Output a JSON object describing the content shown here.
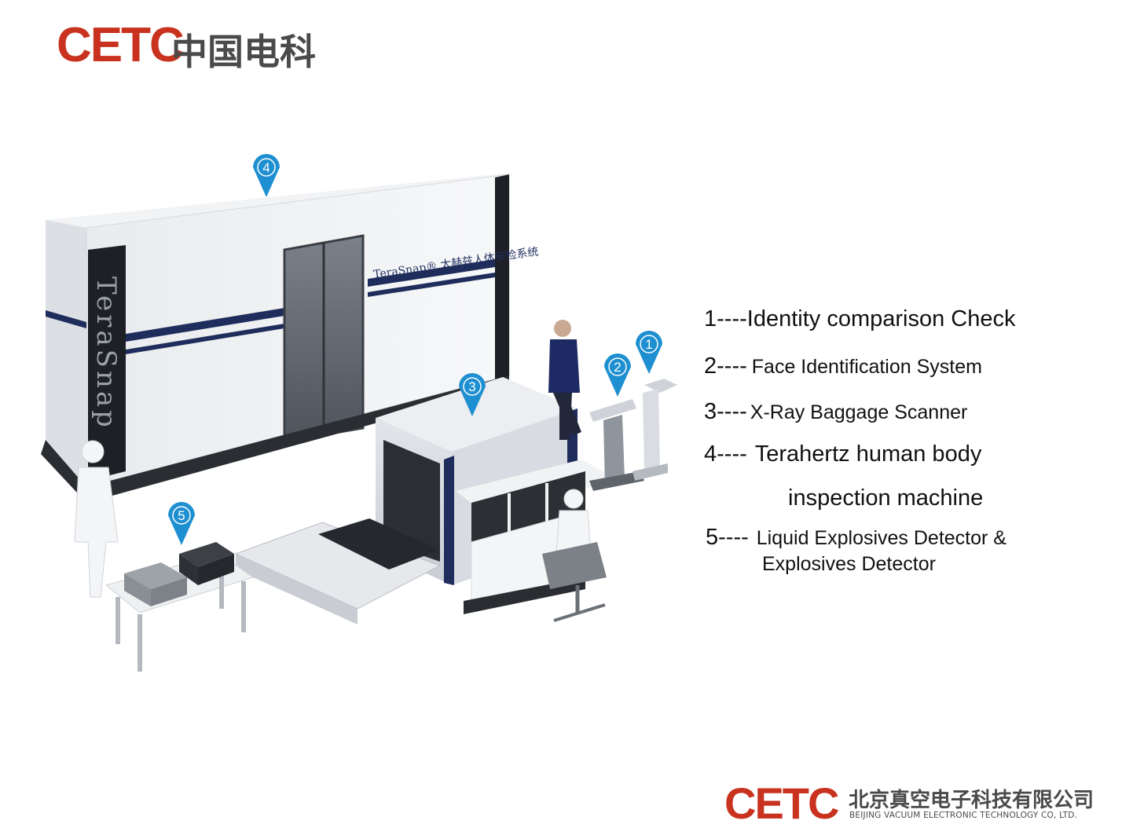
{
  "top_logo": {
    "mark": "CETC",
    "name_cn": "中国电科"
  },
  "bottom_logo": {
    "mark": "CETC",
    "name_cn": "北京真空电子科技有限公司",
    "name_en": "BEIJING VACUUM ELECTRONIC TECHNOLOGY CO, LTD."
  },
  "machine_branding": {
    "side_text": "TeraSnap",
    "front_text": "TeraSnap® 太赫兹人体安检系统"
  },
  "markers": [
    {
      "id": "1"
    },
    {
      "id": "2"
    },
    {
      "id": "3"
    },
    {
      "id": "4"
    },
    {
      "id": "5"
    }
  ],
  "legend": [
    {
      "num": "1----",
      "text": "Identity comparison Check"
    },
    {
      "num": "2----",
      "text": "Face Identification System"
    },
    {
      "num": "3----",
      "text": "X-Ray Baggage Scanner"
    },
    {
      "num": "4----",
      "text": "Terahertz human body"
    },
    {
      "num": "",
      "text": "inspection machine"
    },
    {
      "num": "5----",
      "text": "Liquid Explosives Detector &"
    },
    {
      "num": "",
      "text": "Explosives Detector"
    }
  ],
  "colors": {
    "marker_blue": "#1e8fd0",
    "logo_red": "#c8321e",
    "stripe_navy": "#1f2d5c"
  }
}
